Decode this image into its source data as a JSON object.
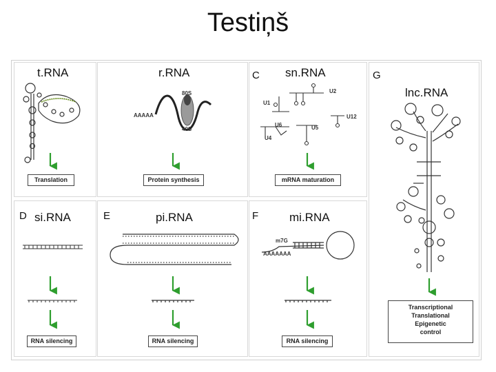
{
  "slide": {
    "title": "Testiņš"
  },
  "panels": {
    "trna": {
      "title": "t.RNA",
      "box": "Translation"
    },
    "rrna": {
      "title": "r.RNA",
      "box": "Protein synthesis",
      "labels": {
        "s80": "80S",
        "s40": "40S",
        "polyA": "AAAAA"
      }
    },
    "snrna": {
      "letter": "C",
      "title": "sn.RNA",
      "box": "mRNA maturation",
      "labels": {
        "u1": "U1",
        "u2": "U2",
        "u4": "U4",
        "u5": "U5",
        "u6": "U6",
        "u12": "U12"
      }
    },
    "lncrna": {
      "letter": "G",
      "title": "lnc.RNA",
      "box_lines": [
        "Transcriptional",
        "Translational",
        "Epigenetic",
        "control"
      ]
    },
    "sirna": {
      "letter": "D",
      "title": "si.RNA",
      "box": "RNA silencing"
    },
    "pirna": {
      "letter": "E",
      "title": "pi.RNA",
      "box": "RNA silencing"
    },
    "mirna": {
      "letter": "F",
      "title": "mi.RNA",
      "box": "RNA silencing",
      "labels": {
        "cap": "m7G",
        "polyA": "AAAAAAA"
      }
    }
  },
  "colors": {
    "arrow": "#2e9e2e",
    "stroke": "#333333",
    "border": "#cfcfcf"
  }
}
